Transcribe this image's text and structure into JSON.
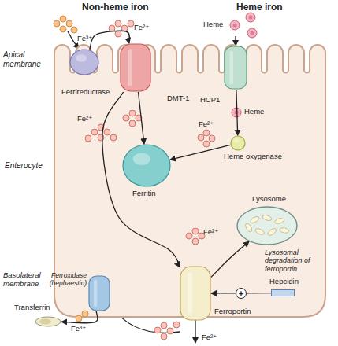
{
  "diagram": {
    "nodes": [
      {
        "text": [
          "Enterocyte"
        ]
      },
      {
        "text": [
          "Ferrireductase"
        ],
        "in": 0
      },
      {
        "text": [
          "DMT-1"
        ],
        "in": 0
      },
      {
        "text": [
          "HCP1"
        ],
        "in": 0
      },
      {
        "text": [
          "Heme oxygenase"
        ],
        "in": 0
      },
      {
        "text": [
          "Ferritin"
        ],
        "in": 0
      },
      {
        "text": [
          "Lysosome",
          "Lysosomal degradation of ferroportin"
        ],
        "in": 0
      },
      {
        "text": [
          "Ferroxidase (hephaestin)"
        ],
        "in": 0
      },
      {
        "text": [
          "Ferroportin"
        ],
        "in": 0
      },
      {
        "text": [
          "Hepcidin"
        ]
      },
      {
        "text": [
          "Transferrin"
        ]
      }
    ],
    "edges": [
      {
        "from": 1,
        "to": 2,
        "arrow": "to"
      },
      {
        "from": 2,
        "to": 5,
        "arrow": "to"
      },
      {
        "from": 2,
        "to": 8,
        "arrow": "to"
      },
      {
        "from": 3,
        "to": 4,
        "arrow": "to"
      },
      {
        "from": 4,
        "to": 5,
        "arrow": "to"
      },
      {
        "from": 8,
        "to": 6,
        "arrow": "to"
      },
      {
        "from": 9,
        "to": 8,
        "label": "+",
        "arrow": "to"
      },
      {
        "from": 7,
        "to": 10,
        "arrow": "to"
      }
    ],
    "labels": [
      "Non-heme iron",
      "Heme iron",
      "Apical membrane",
      "Fe³⁺",
      "Fe²⁺",
      "Heme",
      "Fe²⁺",
      "Fe²⁺",
      "Heme",
      "Fe²⁺",
      "Basolateral membrane",
      "Fe³⁺",
      "Fe²⁺"
    ]
  }
}
